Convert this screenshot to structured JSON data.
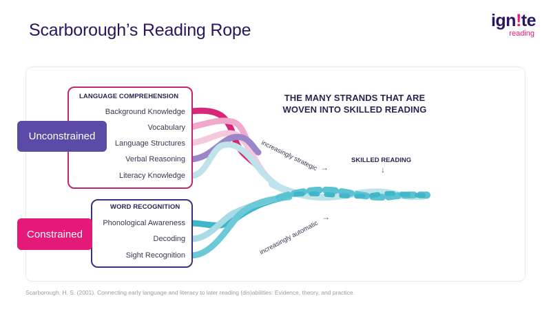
{
  "title": "Scarborough’s Reading Rope",
  "logo": {
    "main_prefix": "ign",
    "main_mark": "!",
    "main_suffix": "te",
    "sub": "reading"
  },
  "diagram": {
    "heading_line1": "THE MANY STRANDS THAT ARE",
    "heading_line2": "WOVEN INTO SKILLED READING",
    "skilled_reading": "SKILLED READING",
    "skilled_arrow": "↓",
    "increasingly_strategic": "increasingly strategic",
    "increasingly_automatic": "increasingly automatic",
    "arrow_right": "→",
    "unconstrained": "Unconstrained",
    "constrained": "Constrained",
    "language_comprehension": {
      "heading": "LANGUAGE COMPREHENSION",
      "items": [
        "Background Knowledge",
        "Vocabulary",
        "Language Structures",
        "Verbal Reasoning",
        "Literacy Knowledge"
      ]
    },
    "word_recognition": {
      "heading": "WORD RECOGNITION",
      "items": [
        "Phonological Awareness",
        "Decoding",
        "Sight Recognition"
      ]
    }
  },
  "colors": {
    "title": "#2a1560",
    "accent_pink": "#e5197a",
    "accent_purple": "#5b4ba6",
    "strand_magenta": "#d8267a",
    "strand_light_pink": "#f0a8cc",
    "strand_pale_pink": "#f6c8de",
    "strand_purple": "#9a86c8",
    "strand_pale_blue": "#bfe3ea",
    "strand_teal": "#3fb6c9",
    "strand_light_teal": "#a8dce5",
    "strand_mid_teal": "#6ccad8"
  },
  "citation": "Scarborough, H. S. (2001). Connecting early language and literacy to later reading (dis)abilities: Evidence, theory, and practice."
}
